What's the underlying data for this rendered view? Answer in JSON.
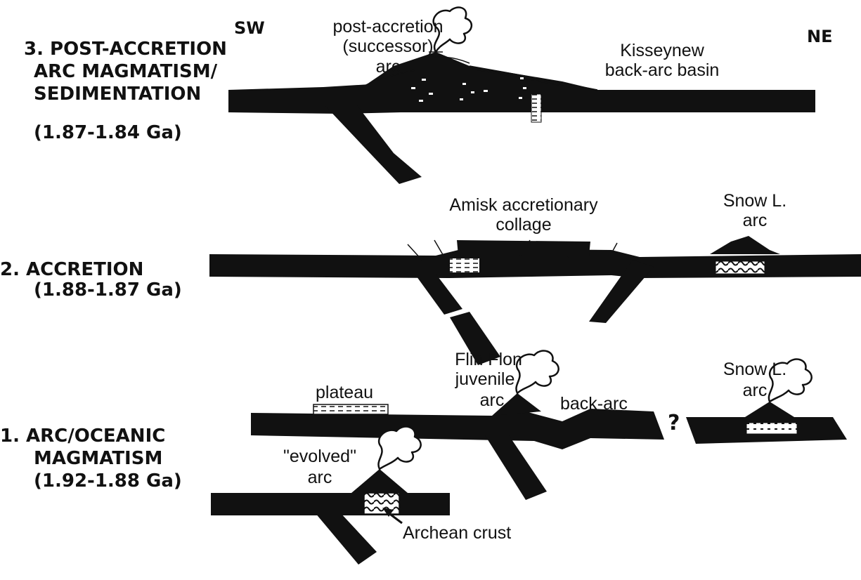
{
  "orientation": {
    "left": "SW",
    "right": "NE"
  },
  "stages": [
    {
      "title_lines": [
        "3. POST-ACCRETION",
        "ARC MAGMATISM/",
        "SEDIMENTATION",
        "(1.87-1.84 Ga)"
      ],
      "labels": {
        "arc": [
          "post-accretion",
          "(successor)",
          "arc"
        ],
        "basin": [
          "Kisseynew",
          "back-arc basin"
        ]
      }
    },
    {
      "title_lines": [
        "2. ACCRETION",
        "(1.88-1.87 Ga)"
      ],
      "labels": {
        "collage": [
          "Amisk accretionary",
          "collage"
        ],
        "snow_arc": [
          "Snow L.",
          "arc"
        ]
      }
    },
    {
      "title_lines": [
        "1.  ARC/OCEANIC",
        "MAGMATISM",
        "(1.92-1.88 Ga)"
      ],
      "labels": {
        "plateau": "plateau",
        "flin_flon": [
          "Flin Flon",
          "juvenile",
          "arc"
        ],
        "back_arc": "back-arc",
        "question": "?",
        "snow_arc": [
          "Snow L.",
          "arc"
        ],
        "evolved_arc": [
          "\"evolved\"",
          "arc"
        ],
        "archean": "Archean crust"
      }
    }
  ]
}
